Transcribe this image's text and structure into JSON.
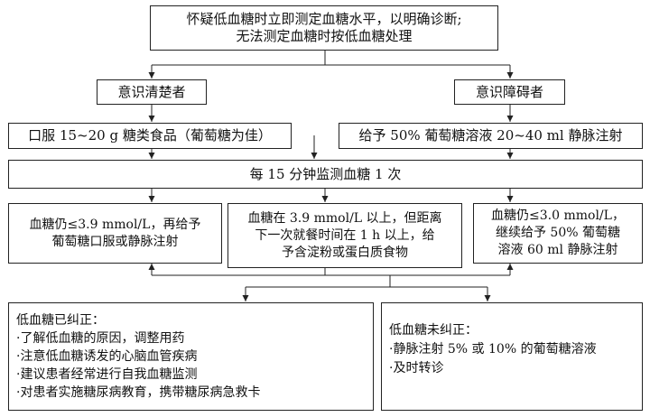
{
  "nodes": {
    "top": {
      "line1": "怀疑低血糖时立即测定血糖水平，以明确诊断;",
      "line2": "无法测定血糖时按低血糖处理"
    },
    "conscious_clear": "意识清楚者",
    "conscious_impaired": "意识障碍者",
    "oral": "口服 15~20 g 糖类食品（葡萄糖为佳）",
    "iv": "给予 50% 葡萄糖溶液 20~40 ml 静脉注射",
    "monitor": "每 15 分钟监测血糖 1 次",
    "left_mid": {
      "line1": "血糖仍≤3.9 mmol/L，再给予",
      "line2": "葡萄糖口服或静脉注射"
    },
    "center_mid": {
      "line1": "血糖在 3.9 mmol/L 以上，但距离",
      "line2": "下一次就餐时间在 1 h 以上，给",
      "line3": "予含淀粉或蛋白质食物"
    },
    "right_mid": {
      "line1": "血糖仍≤3.0 mmol/L，",
      "line2": "继续给予 50% 葡萄糖",
      "line3": "溶液 60 ml 静脉注射"
    },
    "corrected": {
      "title": "低血糖已纠正：",
      "items": [
        "·了解低血糖的原因，调整用药",
        "·注意低血糖诱发的心脑血管疾病",
        "·建议患者经常进行自我血糖监测",
        "·对患者实施糖尿病教育，携带糖尿病急救卡"
      ]
    },
    "not_corrected": {
      "title": "低血糖未纠正：",
      "items": [
        "·静脉注射 5% 或 10% 的葡萄糖溶液",
        "·及时转诊"
      ]
    }
  }
}
